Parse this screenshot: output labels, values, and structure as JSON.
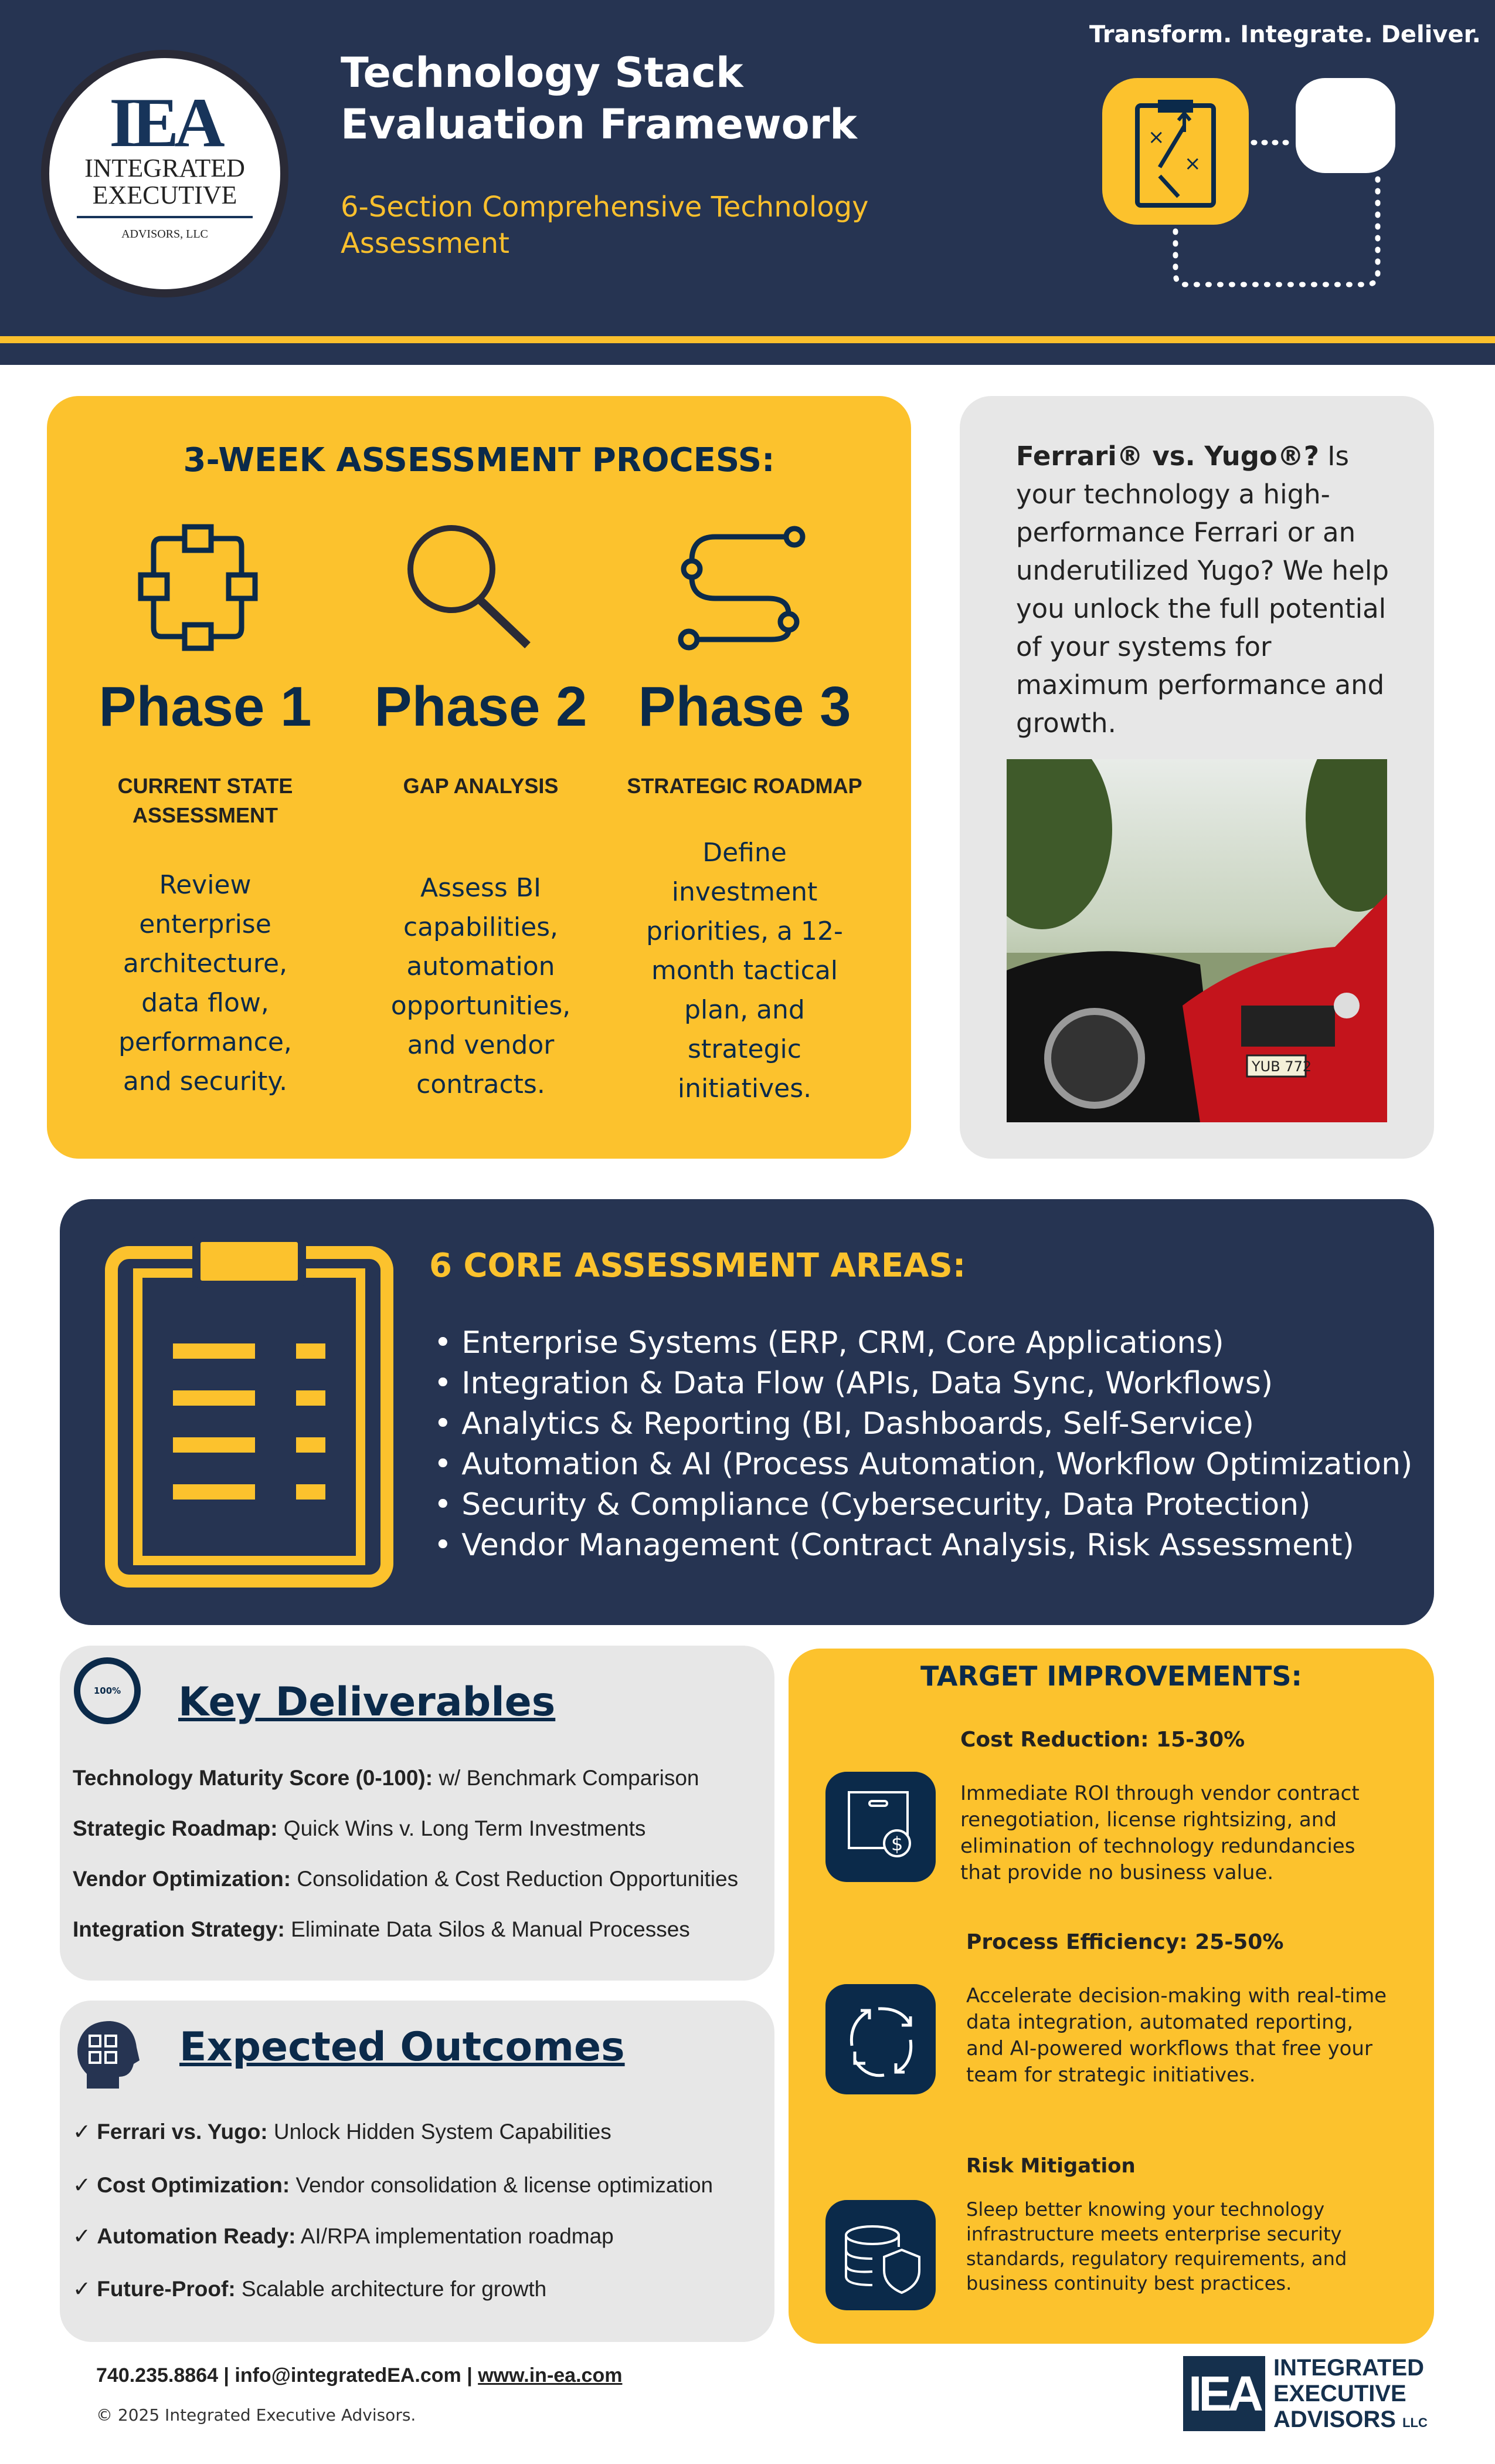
{
  "header": {
    "logo": {
      "mark": "IEA",
      "line1": "INTEGRATED",
      "line2": "EXECUTIVE",
      "line3": "ADVISORS, LLC"
    },
    "title_line1": "Technology Stack",
    "title_line2": "Evaluation Framework",
    "subtitle": "6-Section Comprehensive Technology Assessment",
    "tagline": "Transform. Integrate. Deliver.",
    "icon": "strategy-clipboard-icon"
  },
  "process": {
    "heading": "3-WEEK ASSESSMENT PROCESS:",
    "phases": [
      {
        "icon": "network-nodes-icon",
        "title": "Phase 1",
        "subtitle": "CURRENT STATE ASSESSMENT",
        "description": "Review enterprise architecture, data flow, performance, and security."
      },
      {
        "icon": "magnifier-icon",
        "title": "Phase 2",
        "subtitle": "GAP ANALYSIS",
        "description": "Assess BI capabilities, automation opportunities, and vendor contracts."
      },
      {
        "icon": "route-path-icon",
        "title": "Phase 3",
        "subtitle": "STRATEGIC ROADMAP",
        "description": "Define investment priorities, a 12-month tactical plan, and strategic initiatives."
      }
    ]
  },
  "ferrari": {
    "bold": "Ferrari® vs. Yugo®?",
    "text": " Is your technology a high-performance Ferrari or an underutilized Yugo? We help you unlock the full potential of your systems for maximum performance and growth.",
    "photo_plate": "YUB 772"
  },
  "areas": {
    "heading": "6 CORE ASSESSMENT AREAS:",
    "items": [
      "• Enterprise Systems (ERP, CRM, Core Applications)",
      "• Integration & Data Flow (APIs, Data Sync, Workflows)",
      "• Analytics & Reporting (BI, Dashboards, Self-Service)",
      "• Automation & AI (Process Automation, Workflow Optimization)",
      "• Security & Compliance (Cybersecurity, Data Protection)",
      "• Vendor Management (Contract Analysis, Risk Assessment)"
    ]
  },
  "deliverables": {
    "badge": "100%",
    "heading": "Key Deliverables",
    "items": [
      {
        "label": "Technology Maturity Score (0-100):",
        "text": " w/ Benchmark Comparison"
      },
      {
        "label": "Strategic Roadmap:",
        "text": " Quick Wins v. Long Term Investments"
      },
      {
        "label": "Vendor Optimization:",
        "text": " Consolidation & Cost Reduction Opportunities"
      },
      {
        "label": "Integration Strategy:",
        "text": " Eliminate Data Silos & Manual Processes"
      }
    ]
  },
  "outcomes": {
    "heading": "Expected Outcomes",
    "check": "✓",
    "items": [
      {
        "label": "Ferrari vs. Yugo:",
        "text": " Unlock Hidden System Capabilities"
      },
      {
        "label": "Cost Optimization:",
        "text": " Vendor consolidation & license optimization"
      },
      {
        "label": "Automation Ready:",
        "text": " AI/RPA implementation roadmap"
      },
      {
        "label": "Future-Proof:",
        "text": " Scalable architecture for growth"
      }
    ]
  },
  "targets": {
    "heading": "TARGET IMPROVEMENTS:",
    "items": [
      {
        "icon": "box-dollar-icon",
        "title": "Cost Reduction: 15-30%",
        "description": "Immediate ROI through vendor contract renegotiation, license rightsizing, and elimination of technology redundancies that provide no business value."
      },
      {
        "icon": "refresh-arrows-icon",
        "title": "Process Efficiency: 25-50%",
        "description": "Accelerate decision-making with real-time data integration, automated reporting, and AI-powered workflows that free your team for strategic initiatives."
      },
      {
        "icon": "database-shield-icon",
        "title": "Risk Mitigation",
        "description": "Sleep better knowing your technology infrastructure meets enterprise security standards, regulatory requirements, and business continuity best practices."
      }
    ]
  },
  "footer": {
    "phone": "740.235.8864",
    "sep": " | ",
    "email": "info@integratedEA.com",
    "website": "www.in-ea.com",
    "copyright": "© 2025 Integrated Executive Advisors.",
    "logo": {
      "mark": "IEA",
      "line1": "INTEGRATED",
      "line2": "EXECUTIVE",
      "line3": "ADVISORS",
      "suffix": "LLC"
    }
  },
  "colors": {
    "navy": "#263452",
    "dark_navy": "#0b2a4a",
    "yellow": "#fcc22d",
    "gray": "#e7e7e7"
  }
}
